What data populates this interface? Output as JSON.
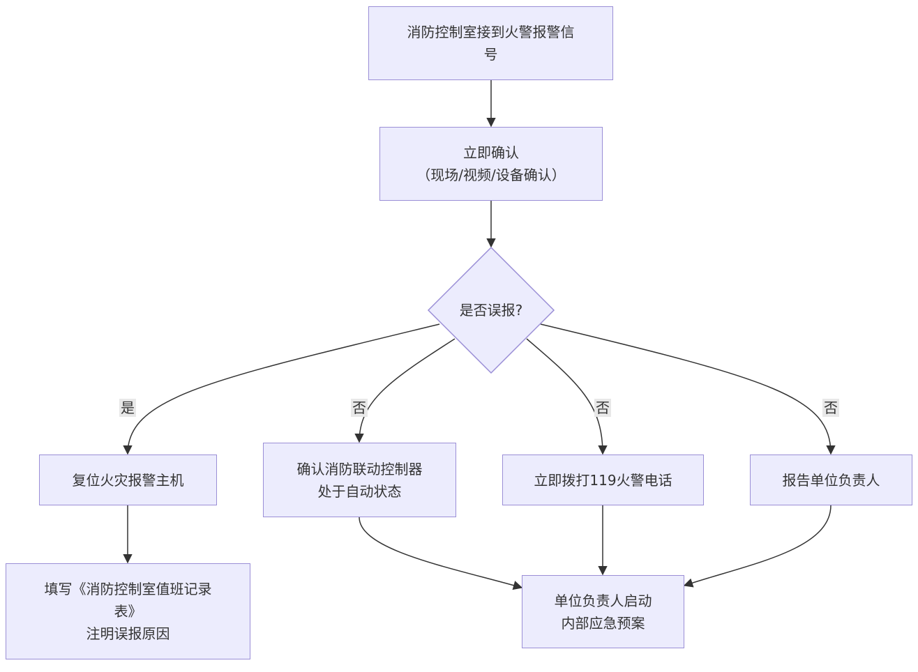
{
  "nodes": {
    "alarm_signal": {
      "lines": [
        "消防控制室接到火警报警信",
        "号"
      ]
    },
    "confirm": {
      "lines": [
        "立即确认",
        "（现场/视频/设备确认）"
      ]
    },
    "decision": {
      "text": "是否误报?"
    },
    "reset_host": {
      "lines": [
        "复位火灾报警主机"
      ]
    },
    "fill_record": {
      "lines": [
        "填写《消防控制室值班记录",
        "表》",
        "注明误报原因"
      ]
    },
    "confirm_controller": {
      "lines": [
        "确认消防联动控制器",
        "处于自动状态"
      ]
    },
    "call_119": {
      "lines": [
        "立即拨打119火警电话"
      ]
    },
    "report_leader": {
      "lines": [
        "报告单位负责人"
      ]
    },
    "start_plan": {
      "lines": [
        "单位负责人启动",
        "内部应急预案"
      ]
    }
  },
  "edge_labels": {
    "yes": "是",
    "no_1": "否",
    "no_2": "否",
    "no_3": "否"
  },
  "colors": {
    "node_fill": "#ececfd",
    "node_border": "#9a8ed6",
    "edge": "#333333",
    "label_bg": "#e8e8e8"
  }
}
